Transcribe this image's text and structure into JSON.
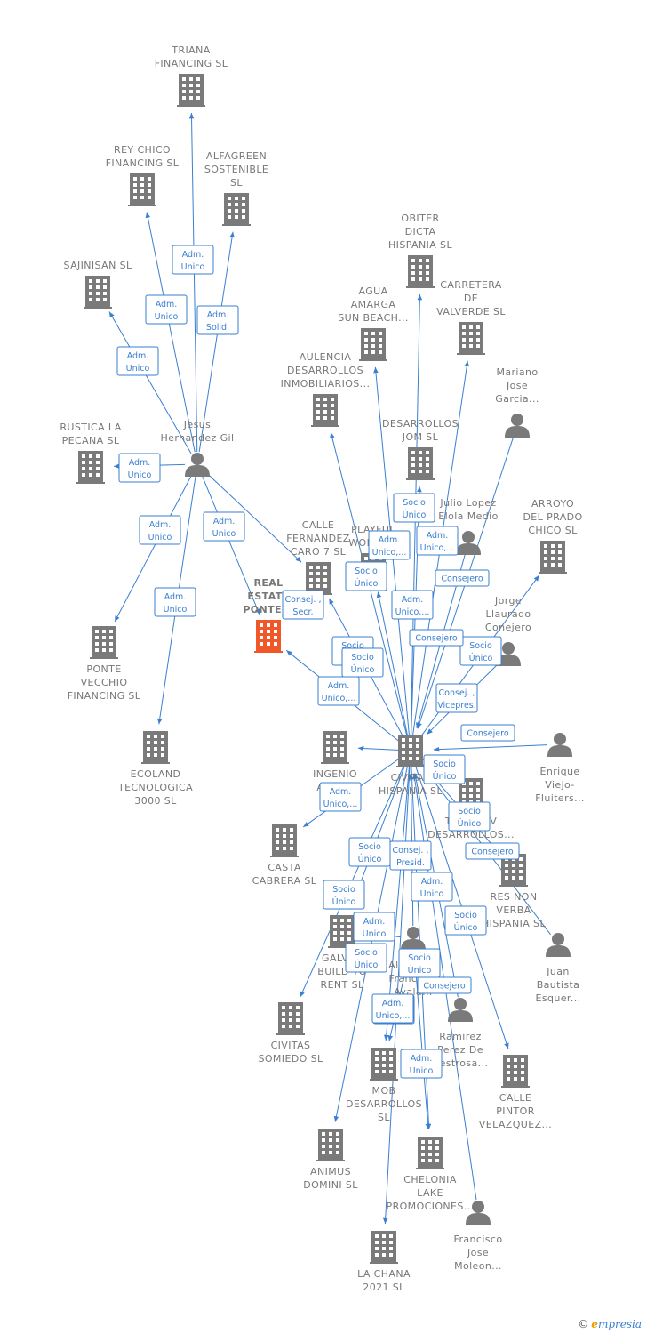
{
  "colors": {
    "edge": "#3a7fd0",
    "node": "#7a7a7a",
    "focus": "#f0582a",
    "label": "#777777"
  },
  "footer": {
    "copyright": "©",
    "brand_initial": "e",
    "brand_rest": "mpresia"
  },
  "nodes": [
    {
      "id": "triana",
      "type": "company",
      "lines": [
        "TRIANA",
        "FINANCING  SL"
      ]
    },
    {
      "id": "reychico",
      "type": "company",
      "lines": [
        "REY CHICO",
        "FINANCING  SL"
      ]
    },
    {
      "id": "alfagreen",
      "type": "company",
      "lines": [
        "ALFAGREEN",
        "SOSTENIBLE",
        "SL"
      ]
    },
    {
      "id": "sajinisan",
      "type": "company",
      "lines": [
        "SAJINISAN  SL"
      ]
    },
    {
      "id": "rustica",
      "type": "company",
      "lines": [
        "RUSTICA LA",
        "PECANA  SL"
      ]
    },
    {
      "id": "jesus",
      "type": "person",
      "lines": [
        "Jesus",
        "Hernandez Gil"
      ]
    },
    {
      "id": "ponte",
      "type": "company",
      "lines": [
        "PONTE",
        "VECCHIO",
        "FINANCING  SL"
      ]
    },
    {
      "id": "ecoland",
      "type": "company",
      "lines": [
        "ECOLAND",
        "TECNOLOGICA",
        "3000  SL"
      ]
    },
    {
      "id": "realestate",
      "type": "focus",
      "lines": [
        "REAL",
        "ESTATE",
        "PONTE..."
      ]
    },
    {
      "id": "obiter",
      "type": "company",
      "lines": [
        "OBITER",
        "DICTA",
        "HISPANIA  SL"
      ]
    },
    {
      "id": "agua",
      "type": "company",
      "lines": [
        "AGUA",
        "AMARGA",
        "SUN BEACH..."
      ]
    },
    {
      "id": "carretera",
      "type": "company",
      "lines": [
        "CARRETERA",
        "DE",
        "VALVERDE  SL"
      ]
    },
    {
      "id": "aulencia",
      "type": "company",
      "lines": [
        "AULENCIA",
        "DESARROLLOS",
        "INMOBILIARIOS..."
      ]
    },
    {
      "id": "mariano",
      "type": "person",
      "lines": [
        "Mariano",
        "Jose",
        "Garcia..."
      ]
    },
    {
      "id": "desjom",
      "type": "company",
      "lines": [
        "DESARROLLOS",
        "JOM  SL"
      ]
    },
    {
      "id": "julio",
      "type": "person",
      "lines": [
        "Julio Lopez",
        "Elola Medio"
      ]
    },
    {
      "id": "calle7",
      "type": "company",
      "lines": [
        "CALLE",
        "FERNANDEZ",
        "CARO 7  SL"
      ]
    },
    {
      "id": "playful",
      "type": "company",
      "lines": [
        "PLAYFUL",
        "WORLD..."
      ]
    },
    {
      "id": "arroyo",
      "type": "company",
      "lines": [
        "ARROYO",
        "DEL PRADO",
        "CHICO  SL"
      ]
    },
    {
      "id": "jorge",
      "type": "person",
      "lines": [
        "Jorge",
        "Llaurado",
        "Conejero"
      ]
    },
    {
      "id": "ingenio",
      "type": "company",
      "lines": [
        "INGENIO",
        "ARTE..."
      ]
    },
    {
      "id": "civitas",
      "type": "company",
      "lines": [
        "CIVITAS",
        "HISPANIA  SL"
      ]
    },
    {
      "id": "enrique",
      "type": "person",
      "lines": [
        "Enrique",
        "Viejo-",
        "Fluiters..."
      ]
    },
    {
      "id": "tower",
      "type": "company",
      "lines": [
        "TOWER IV",
        "DESARROLLOS..."
      ]
    },
    {
      "id": "casta",
      "type": "company",
      "lines": [
        "CASTA",
        "CABRERA  SL"
      ]
    },
    {
      "id": "resnon",
      "type": "company",
      "lines": [
        "RES NON",
        "VERBA",
        "HISPANIA  SL"
      ]
    },
    {
      "id": "juan",
      "type": "person",
      "lines": [
        "Juan",
        "Bautista",
        "Esquer..."
      ]
    },
    {
      "id": "galvan",
      "type": "company",
      "lines": [
        "GALVAN",
        "BUILD TO",
        "RENT  SL"
      ]
    },
    {
      "id": "alejandro",
      "type": "person",
      "lines": [
        "Alejandro",
        "Francisco",
        "Ayala..."
      ]
    },
    {
      "id": "somiedo",
      "type": "company",
      "lines": [
        "CIVITAS",
        "SOMIEDO  SL"
      ]
    },
    {
      "id": "ramirez",
      "type": "person",
      "lines": [
        "Ramirez",
        "Perez De",
        "Bestrosa..."
      ]
    },
    {
      "id": "mob",
      "type": "company",
      "lines": [
        "MOB",
        "DESARROLLOS",
        "SL"
      ]
    },
    {
      "id": "callepintor",
      "type": "company",
      "lines": [
        "CALLE",
        "PINTOR",
        "VELAZQUEZ..."
      ]
    },
    {
      "id": "animus",
      "type": "company",
      "lines": [
        "ANIMUS",
        "DOMINI  SL"
      ]
    },
    {
      "id": "chelonia",
      "type": "company",
      "lines": [
        "CHELONIA",
        "LAKE",
        "PROMOCIONES..."
      ]
    },
    {
      "id": "francisco",
      "type": "person",
      "lines": [
        "Francisco",
        "Jose",
        "Moleon..."
      ]
    },
    {
      "id": "lachana",
      "type": "company",
      "lines": [
        "LA CHANA",
        "2021  SL"
      ]
    }
  ],
  "edges": [
    {
      "from": "jesus",
      "to": "triana",
      "label": [
        "Adm.",
        "Unico"
      ]
    },
    {
      "from": "jesus",
      "to": "reychico",
      "label": [
        "Adm.",
        "Unico"
      ]
    },
    {
      "from": "jesus",
      "to": "alfagreen",
      "label": [
        "Adm.",
        "Solid."
      ]
    },
    {
      "from": "jesus",
      "to": "sajinisan",
      "label": [
        "Adm.",
        "Unico"
      ]
    },
    {
      "from": "jesus",
      "to": "rustica",
      "label": [
        "Adm.",
        "Unico"
      ]
    },
    {
      "from": "jesus",
      "to": "ponte",
      "label": [
        "Adm.",
        "Unico"
      ]
    },
    {
      "from": "jesus",
      "to": "ecoland",
      "label": [
        "Adm.",
        "Unico"
      ]
    },
    {
      "from": "jesus",
      "to": "realestate",
      "label": [
        "Adm.",
        "Unico"
      ]
    },
    {
      "from": "jesus",
      "to": "calle7",
      "label": []
    },
    {
      "from": "civitas",
      "to": "obiter",
      "label": [
        "Socio",
        "Único"
      ]
    },
    {
      "from": "civitas",
      "to": "agua",
      "label": [
        "Adm.",
        "Unico,..."
      ]
    },
    {
      "from": "civitas",
      "to": "carretera",
      "label": [
        "Adm.",
        "Unico,..."
      ]
    },
    {
      "from": "civitas",
      "to": "aulencia",
      "label": [
        "Socio",
        "Único"
      ]
    },
    {
      "from": "civitas",
      "to": "desjom",
      "label": [
        "Socio",
        "Único"
      ]
    },
    {
      "from": "civitas",
      "to": "calle7",
      "label": [
        "Adm.",
        "Unico,..."
      ]
    },
    {
      "from": "civitas",
      "to": "playful",
      "label": [
        "Socio",
        "Único"
      ]
    },
    {
      "from": "civitas",
      "to": "arroyo",
      "label": [
        "Socio",
        "Único"
      ]
    },
    {
      "from": "civitas",
      "to": "realestate",
      "label": [
        "Socio",
        "Único"
      ]
    },
    {
      "from": "civitas",
      "to": "ingenio",
      "label": [
        "Adm.",
        "Unico,..."
      ]
    },
    {
      "from": "civitas",
      "to": "casta",
      "label": [
        "Adm.",
        "Unico,..."
      ]
    },
    {
      "from": "civitas",
      "to": "tower",
      "label": [
        "Socio",
        "Único"
      ]
    },
    {
      "from": "civitas",
      "to": "resnon",
      "label": [
        "Socio",
        "Único"
      ]
    },
    {
      "from": "civitas",
      "to": "galvan",
      "label": [
        "Socio",
        "Único"
      ]
    },
    {
      "from": "civitas",
      "to": "somiedo",
      "label": [
        "Socio",
        "Único"
      ]
    },
    {
      "from": "civitas",
      "to": "mob",
      "label": [
        "Adm.",
        "Unico"
      ]
    },
    {
      "from": "civitas",
      "to": "callepintor",
      "label": [
        "Socio",
        "Único"
      ]
    },
    {
      "from": "civitas",
      "to": "animus",
      "label": [
        "Socio",
        "Único"
      ]
    },
    {
      "from": "civitas",
      "to": "chelonia",
      "label": [
        "Socio",
        "Único"
      ]
    },
    {
      "from": "civitas",
      "to": "lachana",
      "label": [
        "Adm.",
        "Unico,..."
      ]
    },
    {
      "from": "julio",
      "to": "civitas",
      "label": [
        "Consejero"
      ]
    },
    {
      "from": "mariano",
      "to": "civitas",
      "label": [
        "Consej. ,",
        "Vicepres."
      ]
    },
    {
      "from": "jorge",
      "to": "civitas",
      "label": [
        "Consejero"
      ]
    },
    {
      "from": "enrique",
      "to": "civitas",
      "label": [
        "Consejero"
      ]
    },
    {
      "from": "juan",
      "to": "civitas",
      "label": [
        "Consejero"
      ]
    },
    {
      "from": "alejandro",
      "to": "civitas",
      "label": [
        "Consej. ,",
        "Presid."
      ]
    },
    {
      "from": "ramirez",
      "to": "civitas",
      "label": [
        "Consejero"
      ]
    },
    {
      "from": "francisco",
      "to": "civitas",
      "label": [
        "Consej. ,",
        "Secr."
      ]
    },
    {
      "from": "alejandro",
      "to": "mob",
      "label": [
        "Adm.",
        "Unico"
      ]
    },
    {
      "from": "alejandro",
      "to": "chelonia",
      "label": [
        "Adm.",
        "Unico,..."
      ]
    },
    {
      "from": "alejandro",
      "to": "galvan",
      "label": [
        "Adm.",
        "Unico"
      ]
    }
  ]
}
